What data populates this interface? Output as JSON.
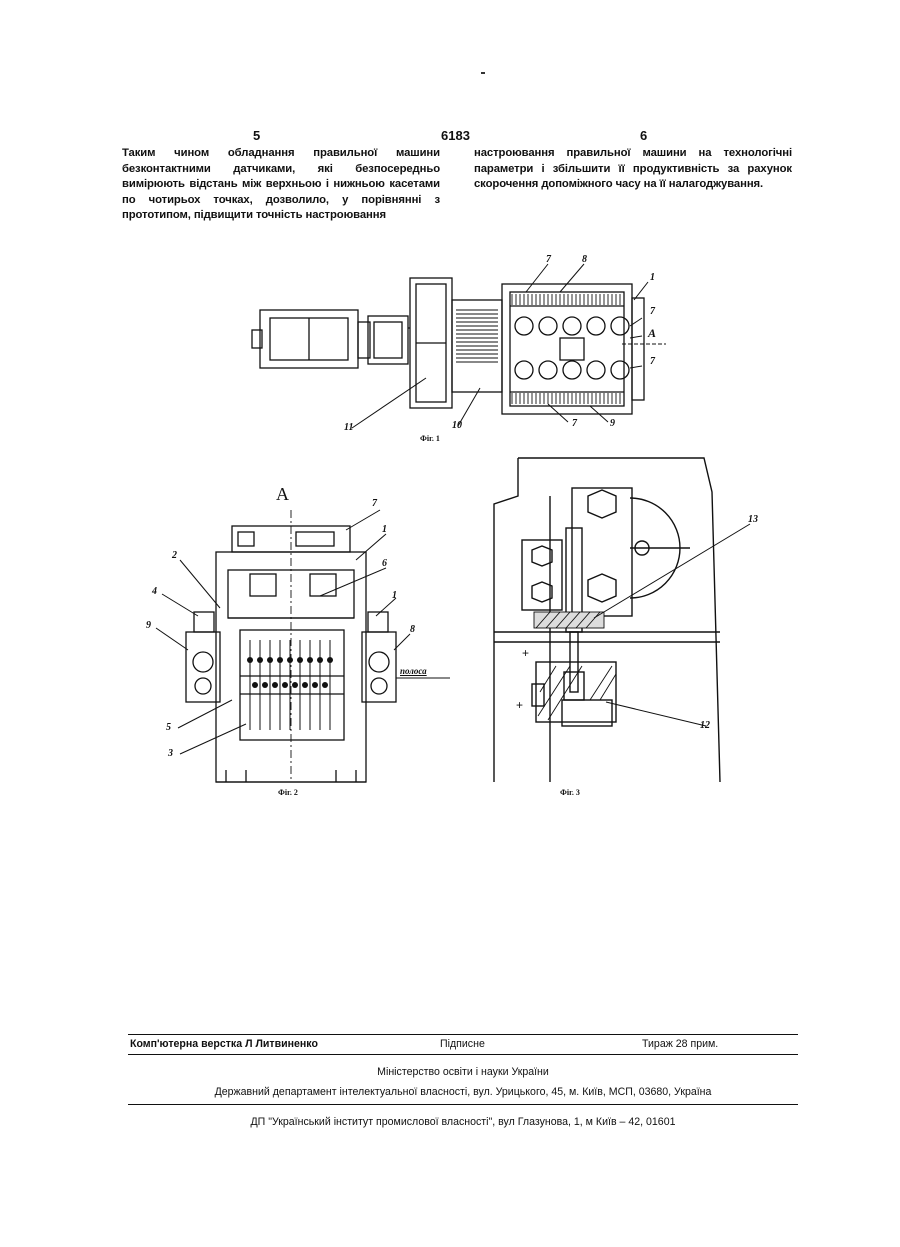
{
  "header": {
    "page_left": "5",
    "patent_number": "6183",
    "page_right": "6"
  },
  "body_text": {
    "left_column": "Таким чином обладнання правильної машини безконтактними датчиками, які безпосередньо вимірюють відстань між верхньою і нижньою касетами по чотирьох точках, дозволило, у порівнянні з прототипом, підвищити точність настроювання",
    "right_column": "настроювання правильної машини на технологічні параметри і збільшити її продуктивність за рахунок скорочення допоміжного часу на її налагоджування."
  },
  "figure1": {
    "caption": "Фіг. 1",
    "labels": [
      "7",
      "8",
      "1",
      "7",
      "A",
      "7",
      "11",
      "10",
      "7",
      "9"
    ]
  },
  "figure2": {
    "caption": "Фіг. 2",
    "view_letter": "А",
    "labels": [
      "7",
      "1",
      "2",
      "6",
      "4",
      "1",
      "9",
      "8",
      "полоса",
      "5",
      "3"
    ]
  },
  "figure3": {
    "caption": "Фіг. 3",
    "labels": [
      "13",
      "12"
    ],
    "signs": [
      "+",
      "+"
    ]
  },
  "footer": {
    "layout_by": "Комп'ютерна верстка Л Литвиненко",
    "signed": "Підписне",
    "circulation": "Тираж 28 прим.",
    "ministry": "Міністерство освіти і науки України",
    "department": "Державний департамент інтелектуальної власності, вул. Урицького, 45, м. Київ, МСП, 03680, Україна",
    "institute": "ДП \"Український інститут промислової власності\", вул Глазунова, 1, м Київ – 42, 01601"
  }
}
